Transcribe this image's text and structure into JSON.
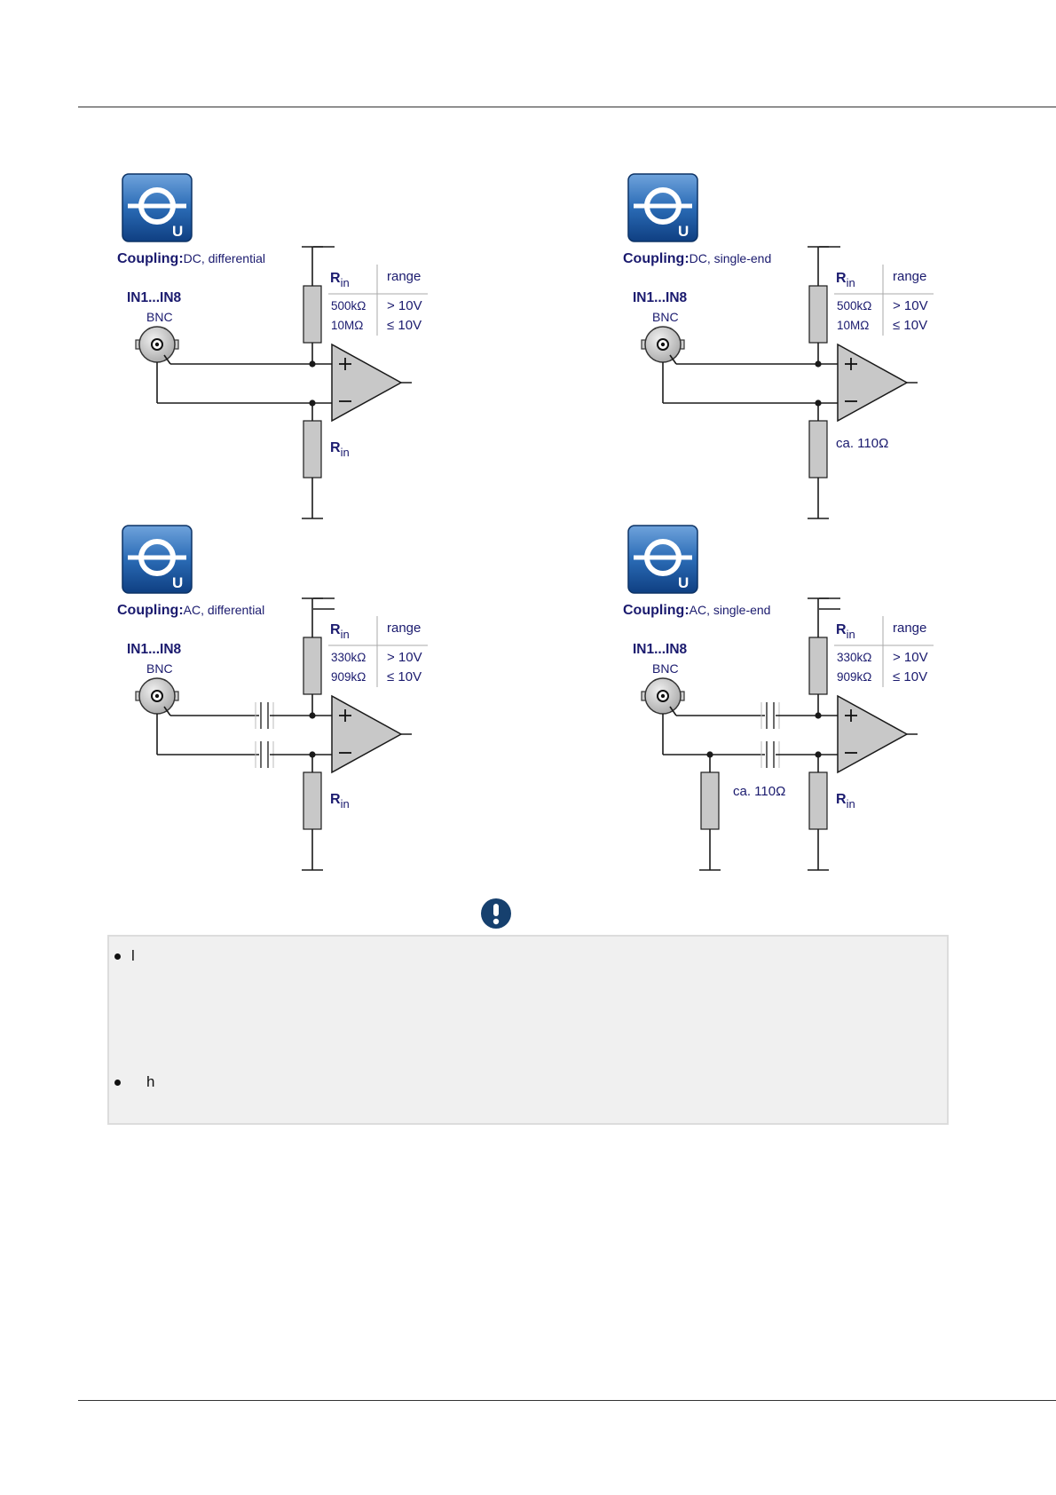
{
  "panels": [
    {
      "id": "dc-diff",
      "coupling_label": "Coupling:",
      "coupling_mode": "DC",
      "coupling_type": ", differential",
      "input_label": "IN1...IN8",
      "connector_label": "BNC",
      "table_header_r": "R",
      "table_header_sub": "in",
      "table_header_range": "range",
      "rows": [
        {
          "r": "500kΩ",
          "range": "> 10V"
        },
        {
          "r": "10MΩ",
          "range": "≤ 10V"
        }
      ],
      "lower_label_main": "R",
      "lower_label_sub": "in"
    },
    {
      "id": "dc-se",
      "coupling_label": "Coupling:",
      "coupling_mode": "DC",
      "coupling_type": ", single-end",
      "input_label": "IN1...IN8",
      "connector_label": "BNC",
      "table_header_r": "R",
      "table_header_sub": "in",
      "table_header_range": "range",
      "rows": [
        {
          "r": "500kΩ",
          "range": "> 10V"
        },
        {
          "r": "10MΩ",
          "range": "≤ 10V"
        }
      ],
      "lower_label_main": "ca. 110Ω",
      "lower_label_sub": ""
    },
    {
      "id": "ac-diff",
      "coupling_label": "Coupling:",
      "coupling_mode": "AC",
      "coupling_type": ", differential",
      "input_label": "IN1...IN8",
      "connector_label": "BNC",
      "table_header_r": "R",
      "table_header_sub": "in",
      "table_header_range": "range",
      "rows": [
        {
          "r": "330kΩ",
          "range": "> 10V"
        },
        {
          "r": "909kΩ",
          "range": "≤ 10V"
        }
      ],
      "lower_label_main": "R",
      "lower_label_sub": "in"
    },
    {
      "id": "ac-se",
      "coupling_label": "Coupling:",
      "coupling_mode": "AC",
      "coupling_type": ", single-end",
      "input_label": "IN1...IN8",
      "connector_label": "BNC",
      "table_header_r": "R",
      "table_header_sub": "in",
      "table_header_range": "range",
      "rows": [
        {
          "r": "330kΩ",
          "range": "> 10V"
        },
        {
          "r": "909kΩ",
          "range": "≤ 10V"
        }
      ],
      "lower_label_main": "R",
      "lower_label_sub": "in",
      "extra_label": "ca. 110Ω"
    }
  ],
  "icon_letter": "U",
  "note": {
    "items": [
      "l",
      "h"
    ]
  },
  "colors": {
    "label_blue": "#1a1a6e",
    "wire": "#1a1a1a",
    "component_fill": "#c8c8c8",
    "icon_blue": "#1f5fa8"
  }
}
